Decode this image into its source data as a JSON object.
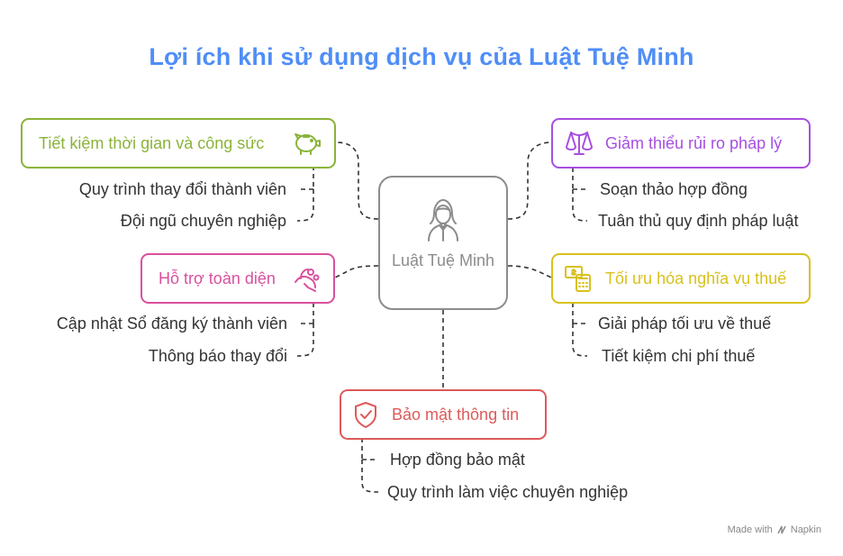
{
  "title": "Lợi ích khi sử dụng dịch vụ của Luật Tuệ Minh",
  "center": {
    "label": "Luật Tuệ Minh",
    "icon": "lawyer-person-icon"
  },
  "branches": [
    {
      "id": "time",
      "label": "Tiết kiệm thời gian và công sức",
      "color": "#8bb33a",
      "icon": "piggy-bank-icon",
      "items": [
        "Quy trình thay đổi thành viên",
        "Đội ngũ chuyên nghiệp"
      ]
    },
    {
      "id": "support",
      "label": "Hỗ trợ toàn diện",
      "color": "#d9509f",
      "icon": "helping-hand-icon",
      "items": [
        "Cập nhật Sổ đăng ký thành viên",
        "Thông báo thay đổi"
      ]
    },
    {
      "id": "risk",
      "label": "Giảm thiểu rủi ro pháp lý",
      "color": "#a64fe0",
      "icon": "scales-icon",
      "items": [
        "Soạn thảo hợp đồng",
        "Tuân thủ quy định pháp luật"
      ]
    },
    {
      "id": "tax",
      "label": "Tối ưu hóa nghĩa vụ thuế",
      "color": "#d8c11c",
      "icon": "calculator-money-icon",
      "items": [
        "Giải pháp tối ưu về thuế",
        "Tiết kiệm chi phí thuế"
      ]
    },
    {
      "id": "security",
      "label": "Bảo mật thông tin",
      "color": "#dd5a5a",
      "icon": "shield-check-icon",
      "items": [
        "Hợp đồng bảo mật",
        "Quy trình làm việc chuyên nghiệp"
      ]
    }
  ],
  "footer": {
    "made_with": "Made with",
    "brand": "Napkin"
  }
}
